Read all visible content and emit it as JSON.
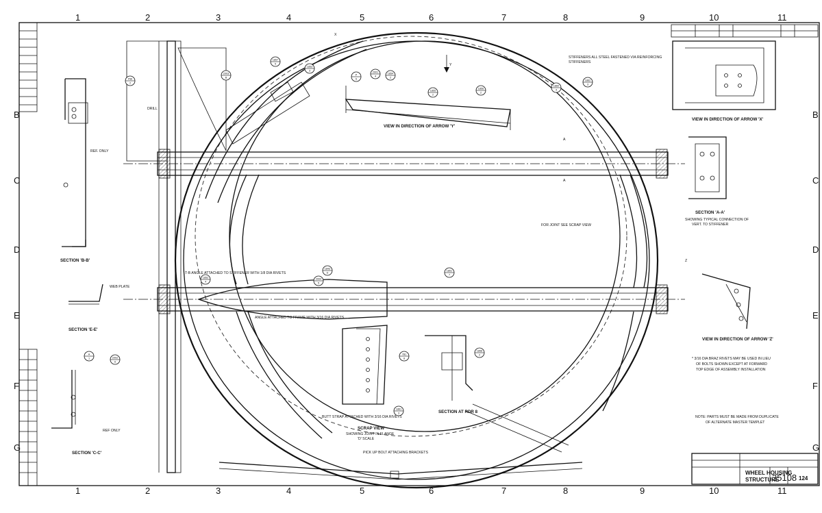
{
  "zones": {
    "columns": [
      "1",
      "2",
      "3",
      "4",
      "5",
      "6",
      "7",
      "8",
      "9",
      "10",
      "11"
    ],
    "rows": [
      "B",
      "C",
      "D",
      "E",
      "F",
      "G"
    ]
  },
  "title_block": {
    "title_line1": "WHEEL HOUSING",
    "title_line2": "STRUCTURE",
    "drawing_number": "35108",
    "sheet": "124"
  },
  "views": {
    "section_bb": "SECTION 'B-B'",
    "section_ee": "SECTION 'E-E'",
    "section_cc": "SECTION 'C-C'",
    "section_aa": "SECTION 'A-A'",
    "section_aa_sub1": "SHOWING TYPICAL CONNECTION OF",
    "section_aa_sub2": "VERT. TO STIFFENER",
    "view_arrow_y": "VIEW IN DIRECTION OF ARROW 'Y'",
    "view_arrow_x": "VIEW IN DIRECTION OF ARROW 'X'",
    "view_arrow_z": "VIEW IN DIRECTION OF ARROW 'Z'",
    "scrap_view": "SCRAP VIEW",
    "scrap_view_sub1": "SHOWING JOINT IN FLANGE",
    "scrap_view_sub2": "'D' SCALE",
    "section_rdr": "SECTION AT RDR 8"
  },
  "notes": {
    "note_top_right_1": "STIFFENERS ALL STEEL FASTENED VIA REINFORCING",
    "note_top_right_2": "STIFFENERS",
    "note_rivets_1": "* 3/16 DIA BRAZ RIVETS MAY BE USED IN LIEU",
    "note_rivets_2": "OF BOLTS SHOWN EXCEPT AT FORWARD",
    "note_rivets_3": "TOP EDGE OF ASSEMBLY INSTALLATION",
    "note_bottom_1": "NOTE: PARTS MUST BE MADE FROM DUPLICATE",
    "note_bottom_2": "OF ALTERNATE MASTER TEMPLET",
    "pick_up_bolt": "PICK UP BOLT ATTACHING BRACKETS",
    "butt_strap": "BUTT STRAP ATTACHED WITH 3/16 DIA RIVETS",
    "angle_attached": "T-B ANGLE ATTACHED TO STIFFENER WITH 1/8 DIA RIVETS",
    "angle_attached_2": "ANGLE ATTACHED TO FRAME WITH 3/16 DIA RIVETS",
    "drill": "DRILL",
    "ref_only": "REF. ONLY",
    "ref_only_2": "REF ONLY",
    "web_plate": "WEB PLATE",
    "for_joint": "FOR JOINT SEE SCRAP VIEW",
    "dim_a": "A",
    "dim_y": "Y",
    "dim_x": "X",
    "dim_z": "Z"
  },
  "bubbles": [
    {
      "top": "PBI",
      "bottom": "2"
    },
    {
      "top": "2003",
      "bottom": "B"
    },
    {
      "top": "1857",
      "bottom": "5"
    },
    {
      "top": "1853",
      "bottom": "3"
    },
    {
      "top": "P",
      "bottom": "S"
    },
    {
      "top": "2001",
      "bottom": "4"
    },
    {
      "top": "1854",
      "bottom": "2"
    },
    {
      "top": "1855",
      "bottom": "2"
    },
    {
      "top": "1856",
      "bottom": "2"
    },
    {
      "top": "1860",
      "bottom": "4"
    },
    {
      "top": "1862",
      "bottom": "3"
    },
    {
      "top": "1843",
      "bottom": "D"
    },
    {
      "top": "2004",
      "bottom": "5"
    },
    {
      "top": "1851",
      "bottom": "7"
    },
    {
      "top": "1858",
      "bottom": "2"
    },
    {
      "top": "7B1",
      "bottom": "8"
    },
    {
      "top": "A",
      "bottom": "1"
    },
    {
      "top": "2002",
      "bottom": "6"
    },
    {
      "top": "1852",
      "bottom": "4"
    },
    {
      "top": "1861",
      "bottom": "3"
    }
  ]
}
